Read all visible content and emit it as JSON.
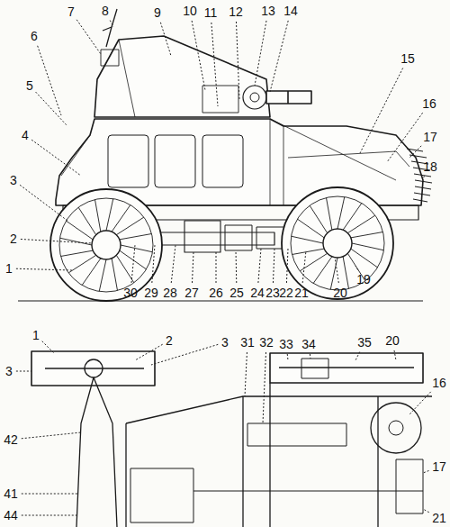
{
  "diagram": {
    "labels": [
      "6",
      "7",
      "8",
      "9",
      "10",
      "11",
      "12",
      "13",
      "14",
      "15",
      "16",
      "17",
      "18",
      "5",
      "4",
      "3",
      "2",
      "1",
      "30",
      "29",
      "28",
      "27",
      "26",
      "25",
      "24",
      "23",
      "22",
      "21",
      "20",
      "19",
      "1",
      "2",
      "3",
      "31",
      "32",
      "33",
      "34",
      "35",
      "20",
      "3",
      "16",
      "42",
      "17",
      "41",
      "44",
      "21"
    ]
  }
}
